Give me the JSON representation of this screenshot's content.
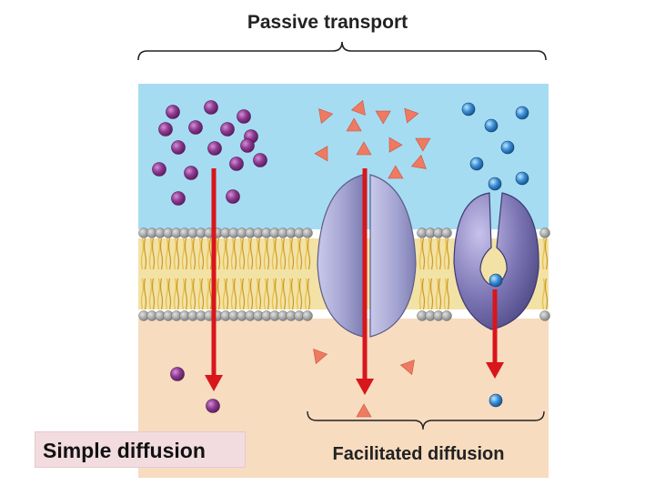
{
  "diagram": {
    "title": "Passive transport",
    "label_simple": "Simple diffusion",
    "label_facilitated": "Facilitated diffusion",
    "colors": {
      "extracellular": "#a6dcf2",
      "cytoplasm": "#f7dcc0",
      "lipid_head": "#9a9a9a",
      "lipid_tail": "#e8c24a",
      "solute_purple": "#7b2b7d",
      "solute_triangle": "#ef7a62",
      "solute_blue": "#1f6fb7",
      "channel_protein": "#a7a7d3",
      "carrier_protein": "#7a74b0",
      "arrow": "#d8161b"
    },
    "icons": [
      "purple-solute-icon",
      "triangle-solute-icon",
      "blue-solute-icon",
      "channel-protein-icon",
      "carrier-protein-icon",
      "diffusion-arrow-icon"
    ]
  }
}
